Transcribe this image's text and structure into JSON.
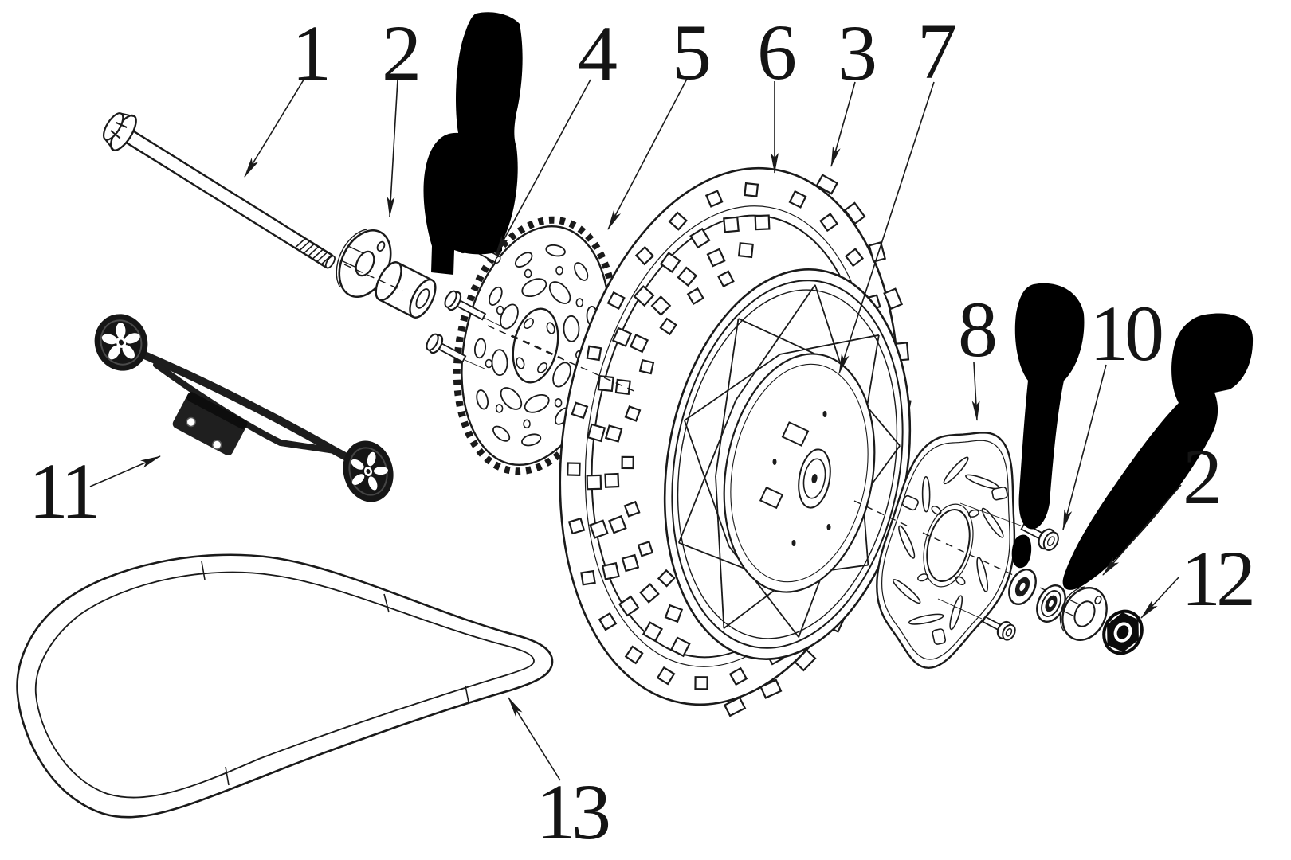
{
  "colors": {
    "background": "#ffffff",
    "ink": "#1a1a1a",
    "solid_fill": "#000000",
    "dark_part": "#1b1b1b"
  },
  "callouts": [
    {
      "text": "1"
    },
    {
      "text": "2"
    },
    {
      "text": "4"
    },
    {
      "text": "5"
    },
    {
      "text": "6"
    },
    {
      "text": "3"
    },
    {
      "text": "7"
    },
    {
      "text": "8"
    },
    {
      "text": "10"
    },
    {
      "text": "2"
    },
    {
      "text": "12"
    },
    {
      "text": "11"
    },
    {
      "text": "13"
    }
  ]
}
